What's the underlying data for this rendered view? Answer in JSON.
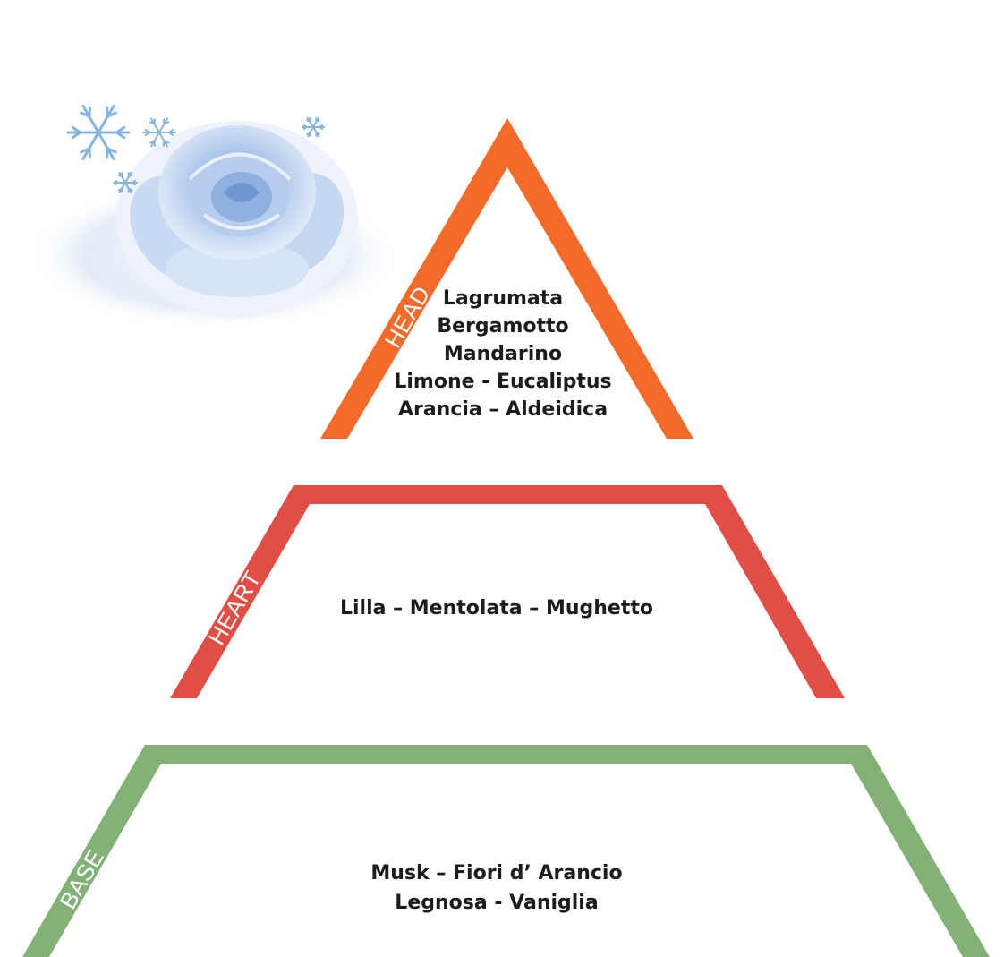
{
  "colors": {
    "head": "#f56a29",
    "heart": "#e24e45",
    "base": "#82b276",
    "text": "#1c1c1c",
    "label_text": "#ffffff",
    "rose_light": "#dfeaf8",
    "rose_mid": "#9fbde6",
    "rose_dark": "#6f96d0",
    "snowflake": "#86b4dd"
  },
  "illustration": {
    "subject": "frosted-blue-rose-icon",
    "decoration": "snowflake-icon"
  },
  "tiers": {
    "head": {
      "label": "HEAD",
      "notes": [
        "Lagrumata",
        "Bergamotto",
        "Mandarino",
        "Limone - Eucaliptus",
        "Arancia – Aldeidica"
      ]
    },
    "heart": {
      "label": "HEART",
      "notes": [
        "Lilla – Mentolata – Mughetto"
      ]
    },
    "base": {
      "label": "BASE",
      "notes": [
        "Musk – Fiori d’ Arancio",
        "Legnosa - Vaniglia"
      ]
    }
  }
}
